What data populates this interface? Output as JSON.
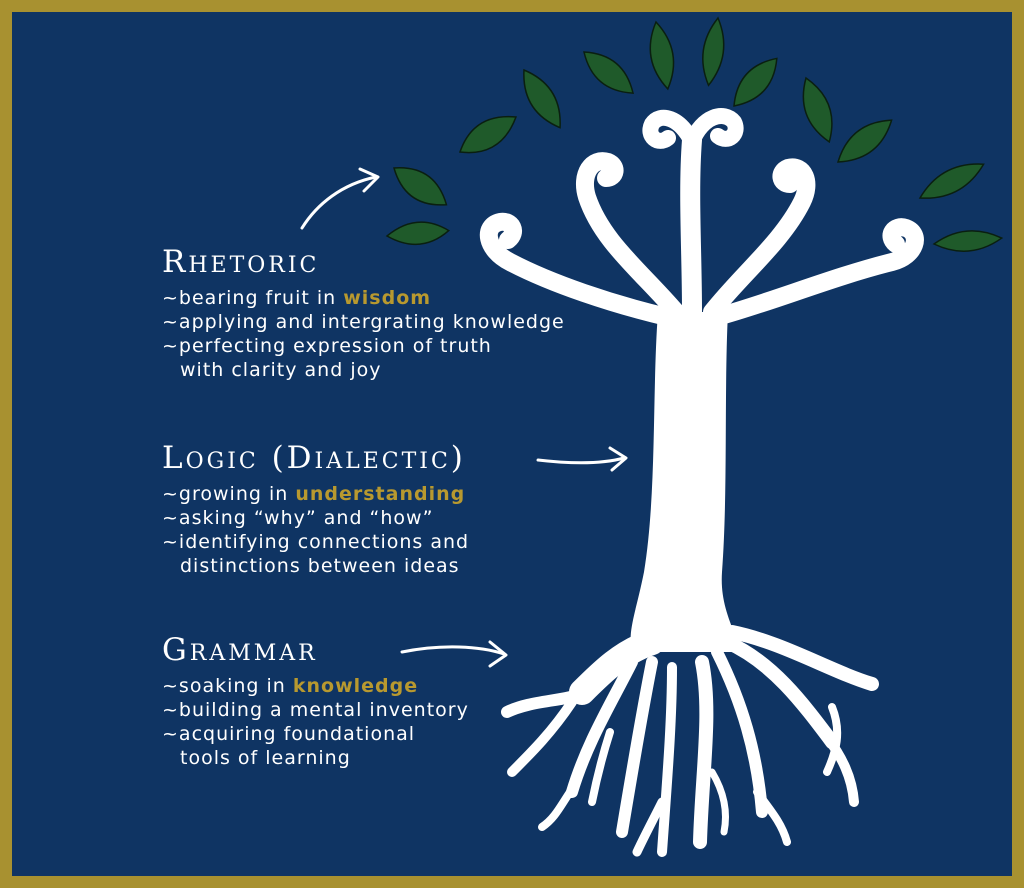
{
  "colors": {
    "border": "#a89130",
    "background": "#0f3463",
    "tree": "#ffffff",
    "leaf": "#1f5a2a",
    "highlight": "#b8992f"
  },
  "icons": [
    "leaf-icon",
    "arrow-icon",
    "tree-icon"
  ],
  "stages": [
    {
      "title": "Rhetoric",
      "lines": [
        {
          "prefix": "~bearing fruit in ",
          "highlight": "wisdom"
        },
        {
          "text": "~applying and intergrating knowledge"
        },
        {
          "text": "~perfecting expression of truth"
        },
        {
          "text": "with clarity and joy"
        }
      ]
    },
    {
      "title": "Logic (Dialectic)",
      "lines": [
        {
          "prefix": "~growing in ",
          "highlight": "understanding"
        },
        {
          "text": "~asking “why” and “how”"
        },
        {
          "text": "~identifying connections and"
        },
        {
          "text": "distinctions between ideas"
        }
      ]
    },
    {
      "title": "Grammar",
      "lines": [
        {
          "prefix": "~soaking in ",
          "highlight": "knowledge"
        },
        {
          "text": "~building a mental inventory"
        },
        {
          "text": "~acquiring foundational"
        },
        {
          "text": "tools of learning"
        }
      ]
    }
  ]
}
